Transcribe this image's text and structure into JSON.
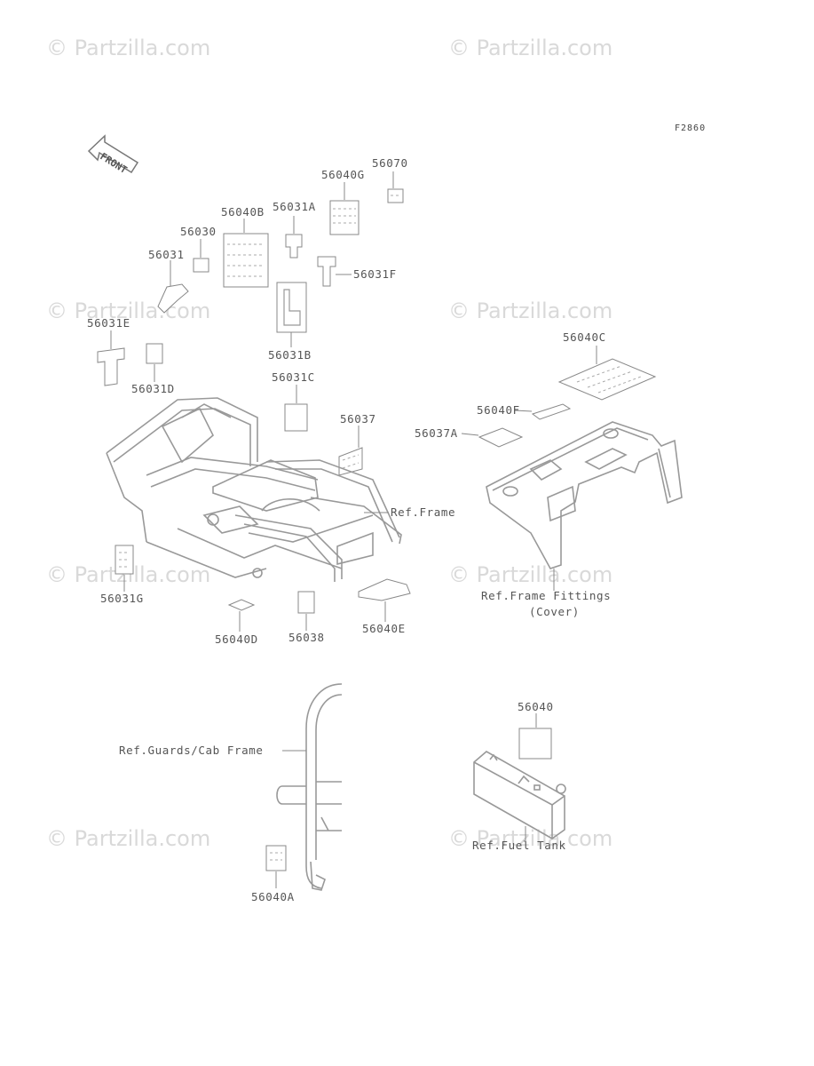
{
  "figure_code": "F2860",
  "direction_arrow": {
    "text": "FRONT",
    "icon": "front-arrow-icon"
  },
  "watermark": "© Partzilla.com",
  "callouts": {
    "p56070": "56070",
    "p56040G": "56040G",
    "p56031A": "56031A",
    "p56040B": "56040B",
    "p56030": "56030",
    "p56031": "56031",
    "p56031F": "56031F",
    "p56031E": "56031E",
    "p56031B": "56031B",
    "p56031D": "56031D",
    "p56031C": "56031C",
    "p56037": "56037",
    "p56040C": "56040C",
    "p56040F": "56040F",
    "p56037A": "56037A",
    "p56031G": "56031G",
    "p56040D": "56040D",
    "p56038": "56038",
    "p56040E": "56040E",
    "p56040": "56040",
    "p56040A": "56040A"
  },
  "references": {
    "frame": "Ref.Frame",
    "frame_fittings": "Ref.Frame Fittings",
    "frame_fittings_sub": "(Cover)",
    "guards": "Ref.Guards/Cab Frame",
    "fuel_tank": "Ref.Fuel Tank"
  }
}
